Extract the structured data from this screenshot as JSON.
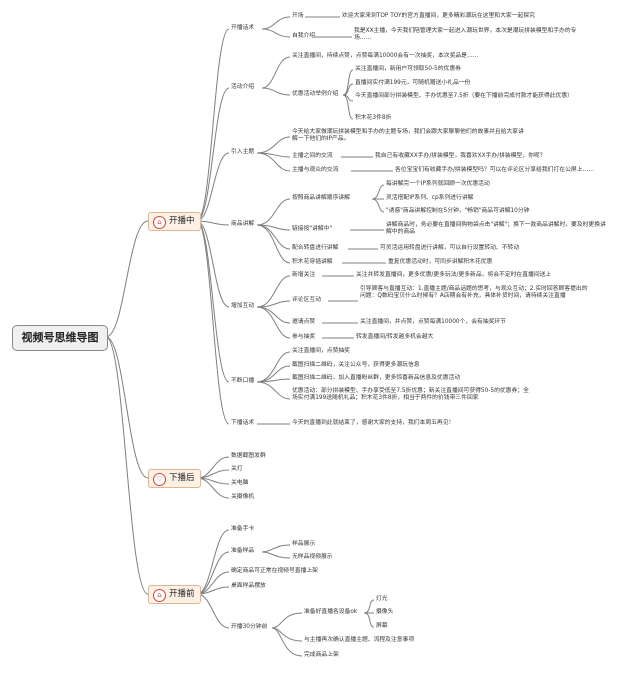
{
  "root": "视频号思维导图",
  "colors": {
    "line": "#7f7f7f",
    "branch_bg": "#fdf1e6",
    "branch_border": "#e4b48e",
    "icon": "#d04a3a"
  },
  "icons": {
    "live": "house-icon",
    "after": "heart-icon",
    "before": "house-icon"
  },
  "live": {
    "label": "开播中",
    "opening": {
      "label": "开播话术",
      "open": {
        "label": "开场",
        "text": "欢迎大家来到TOP TOY的官方直播间，更多精彩潮玩在这里和大家一起探究"
      },
      "intro": {
        "label": "自我介绍",
        "text": "我是XX主播，今天我们陪管理大家一起进入潮玩世界，本次是潮玩拼装模型和手办的专场……"
      }
    },
    "activity": {
      "label": "活动介绍",
      "follow": "关注直播间，持续点赞，点赞每满10000会有一次抽奖，本次奖品是……",
      "promo": {
        "label": "优惠活动举例介绍",
        "items": [
          "关注直播间，新用户可领取50-5的优惠券",
          "直播间实付满199元，可随机赠送小礼品一份",
          "今天直播间部分拼装模型、手办优惠至7.5折（要在下播前完成付款才能获得此优惠）",
          "积木花3件8折"
        ]
      }
    },
    "guide": {
      "label": "引入主题",
      "text": "今天给大家做潮玩拼装模型和手办的主题专场，我们会跟大家聊聊他们的故事并且给大家讲解一下他们的IP产品。",
      "host_chat": {
        "label": "主播之间的交流",
        "text": "我自己有收藏XX手办/拼装模型，我喜欢XX手办/拼装模型，你呢？"
      },
      "fan_chat": {
        "label": "主播与观众的交流",
        "text": "各位宝宝们有收藏手办/拼装模型吗？可以在评论区分享给我们打在公屏上……"
      }
    },
    "explain": {
      "label": "商品讲解",
      "by_ip": {
        "label": "按照商品讲解顺序讲解",
        "items": [
          "每讲解完一个IP系列就回顾一次优惠活动",
          "灵活搭配IP系列、cp系列进行讲解",
          "\"诱惑\"商品讲解控制在5分钟，\"畅销\"商品可讲解10分钟"
        ]
      },
      "click": {
        "label": "链接按\"讲解中\"",
        "text": "讲解商品时，务必要在直播间购物袋点击\"讲解\"；换下一款商品讲解时，要及时更换讲解中的商品"
      },
      "cooperate": {
        "label": "配合转盘进行讲解",
        "text": "可灵活运用转盘进行讲解，可以自行设置转动、不转动"
      },
      "lego": {
        "label": "积木花穿插讲解",
        "text": "重复优惠活动时，可同步讲解积木花优惠"
      }
    },
    "interact": {
      "label": "增加互动",
      "new_follow": {
        "label": "新增关注",
        "text": "关注并转发直播间，更多优惠/更多玩法/更多新品，将会不定时在直播间送上"
      },
      "comment": {
        "label": "评论区互动",
        "text": "引导顾客与直播互动：1.直播主题/商品话题的思考，与观众互动；2.实时回答顾客提出的问题：Q数码宝贝什么时候有？A店期会有补充，具体补货时间，请持续关注直播"
      },
      "like": {
        "label": "邀请点赞",
        "text": "关注直播间，并点赞，点赞每满10000个，会有抽奖环节"
      },
      "lottery": {
        "label": "参与抽奖",
        "text": "转发直播间/转发越多机会越大"
      }
    },
    "broadcast": {
      "label": "不断口播",
      "items": [
        "关注直播间，点赞抽奖",
        "截图扫描二维码，关注公众号，获得更多潮玩信息",
        "截图扫描二维码，加入直播粉丝群，更多惊喜新品信息及优惠活动",
        "优惠活动：部分拼装模型、手办享受低至7.5折优惠；新关注直播间可获得50-5的优惠券；全场实付满199送随机礼品；积木花3件8折，相当于两件的价钱带三件回家"
      ]
    },
    "closing": {
      "label": "下播话术",
      "text": "今天的直播到此就结束了，感谢大家的支持，我们本周五再见！"
    }
  },
  "after": {
    "label": "下播后",
    "items": [
      "数据截图发群",
      "关灯",
      "关电脑",
      "关摄像机"
    ]
  },
  "before": {
    "label": "开播前",
    "card": "准备手卡",
    "sample": {
      "label": "准备样品",
      "items": [
        "样品展示",
        "无样品视频展示"
      ]
    },
    "check": "确定商品可正常在视频号直播上架",
    "table": "桌面样品摆放",
    "thirty": {
      "label": "开播30分钟前",
      "equip": {
        "label": "准备好直播各设备ok",
        "items": [
          "灯光",
          "摄像头",
          "屏幕"
        ]
      },
      "confirm": "与主播再次确认直播主题、流程及注意事项",
      "listing": "完成商品上架"
    }
  }
}
